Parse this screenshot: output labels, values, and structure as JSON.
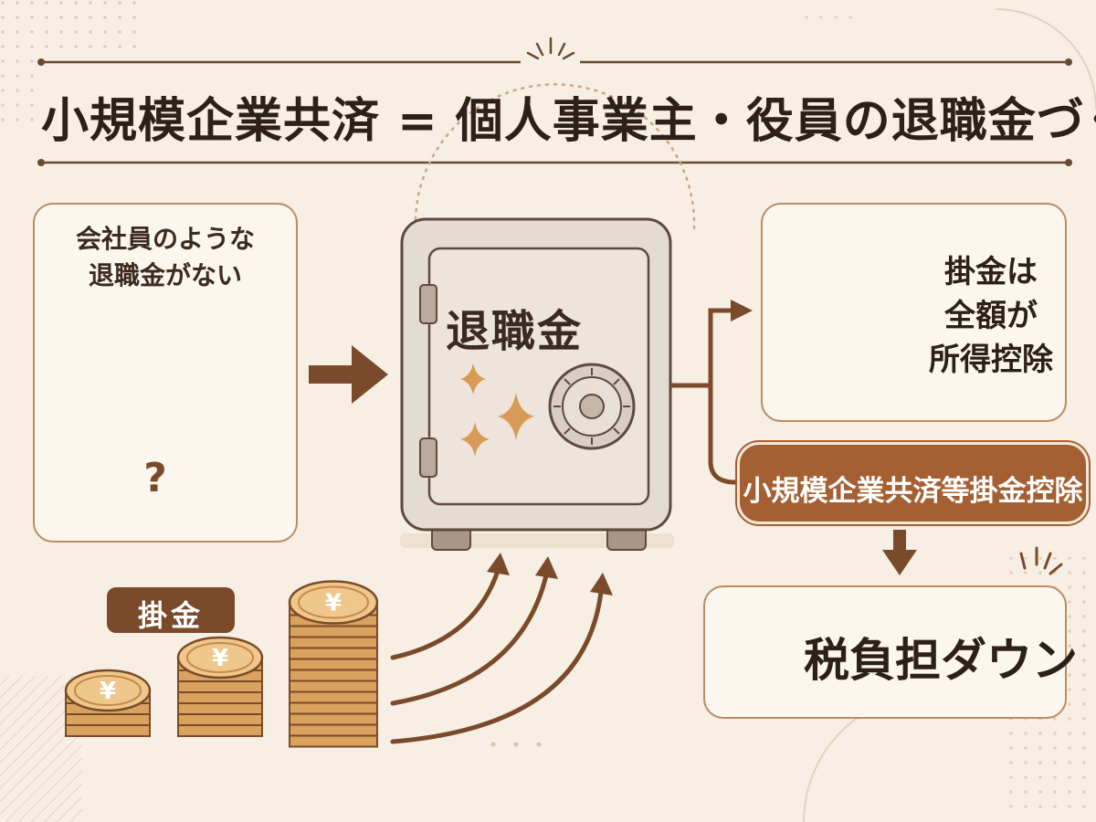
{
  "title": "小規模企業共済 = 個人事業主・役員の退職金づくり",
  "left_panel": {
    "line1": "会社員のような",
    "line2": "退職金がない",
    "question_mark": "?"
  },
  "safe": {
    "label": "退職金"
  },
  "right_panel": {
    "line1": "掛金は",
    "line2": "全額が",
    "line3": "所得控除"
  },
  "deduction_label": "小規模企業共済等掛金控除",
  "tax_panel": {
    "label": "税負担ダウン"
  },
  "coins": {
    "badge": "掛金",
    "symbol": "¥"
  },
  "colors": {
    "background": "#f7efe3",
    "brown_dark": "#7a4a2a",
    "brown_accent": "#a45f32",
    "gold": "#e1b070",
    "sparkle": "#d99a55"
  },
  "icons": [
    "shop-icon",
    "document-icon",
    "check-icon",
    "safe-icon",
    "yen-coin-icon",
    "down-arrow-icon",
    "sparkle-icon"
  ]
}
